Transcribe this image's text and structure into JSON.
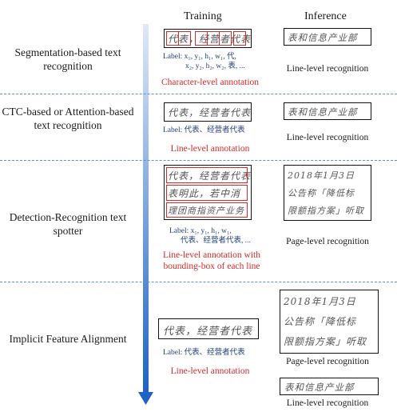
{
  "headers": {
    "training": "Training",
    "inference": "Inference"
  },
  "rows": [
    {
      "method": "Segmentation-based text recognition",
      "training_text": "代表，经营者代表",
      "label_line1": "Label: x₁, y₁, h₁, w₁, 代,",
      "label_line2": "x₂, y₂, h₂, w₂, 表, ...",
      "annotation": "Character-level annotation",
      "inference_text": "表和信息产业部",
      "inference_label": "Line-level recognition"
    },
    {
      "method": "CTC-based or Attention-based text recognition",
      "training_text": "代表，经营者代表",
      "label_line1": "Label: 代表、经营者代表",
      "annotation": "Line-level annotation",
      "inference_text": "表和信息产业部",
      "inference_label": "Line-level recognition"
    },
    {
      "method": "Detection-Recognition text spotter",
      "training_lines": [
        "代表，经营者代表",
        "表明此，若中消",
        "理团商指资产业务"
      ],
      "label_line1": "Label: x₁, y₁, h₁, w₁,",
      "label_line2": "代表、经营者代表, ...",
      "annotation_line1": "Line-level annotation with",
      "annotation_line2": "bounding-box of each line",
      "inference_lines": [
        "2018年1月3日",
        "公告称「降低标",
        "限额指方案」听取"
      ],
      "inference_label": "Page-level recognition"
    },
    {
      "method": "Implicit Feature Alignment",
      "training_text": "代表，经营者代表",
      "label_line1": "Label: 代表、经营者代表",
      "annotation": "Line-level annotation",
      "inference_page_lines": [
        "2018年1月3日",
        "公告称「降低标",
        "限额指方案」听取"
      ],
      "inference_page_label": "Page-level recognition",
      "inference_line_text": "表和信息产业部",
      "inference_line_label": "Line-level recognition"
    }
  ]
}
